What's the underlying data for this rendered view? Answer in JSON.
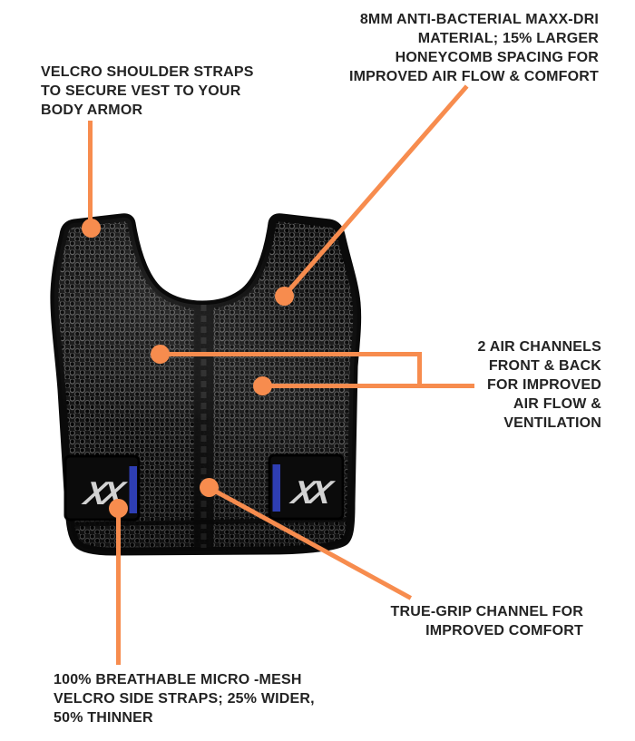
{
  "page": {
    "background": "#ffffff"
  },
  "colors": {
    "accent_orange": "#F78C4E",
    "text_dark": "#232323",
    "vest_black": "#121212",
    "vest_trim": "#0a0a0a",
    "mesh_highlight": "#616161",
    "strap_blue": "#2E3EB3",
    "logo_silver": "#D2D2D2"
  },
  "callouts": {
    "shoulder_straps": {
      "lines": [
        "VELCRO SHOULDER STRAPS",
        "TO SECURE VEST TO YOUR",
        "BODY ARMOR"
      ]
    },
    "material": {
      "lines": [
        "8MM ANTI-BACTERIAL MAXX-DRI",
        "MATERIAL; 15% LARGER",
        "HONEYCOMB SPACING FOR",
        "IMPROVED AIR FLOW & COMFORT"
      ]
    },
    "air_channels": {
      "lines": [
        "2 AIR CHANNELS",
        "FRONT & BACK",
        "FOR IMPROVED",
        "AIR FLOW &",
        "VENTILATION"
      ]
    },
    "true_grip": {
      "lines": [
        "TRUE-GRIP CHANNEL FOR",
        "IMPROVED COMFORT"
      ]
    },
    "side_straps": {
      "lines": [
        "100% BREATHABLE MICRO -MESH",
        "VELCRO SIDE STRAPS; 25% WIDER,",
        "50% THINNER"
      ]
    }
  },
  "vest": {
    "strap_logo": "XX"
  }
}
